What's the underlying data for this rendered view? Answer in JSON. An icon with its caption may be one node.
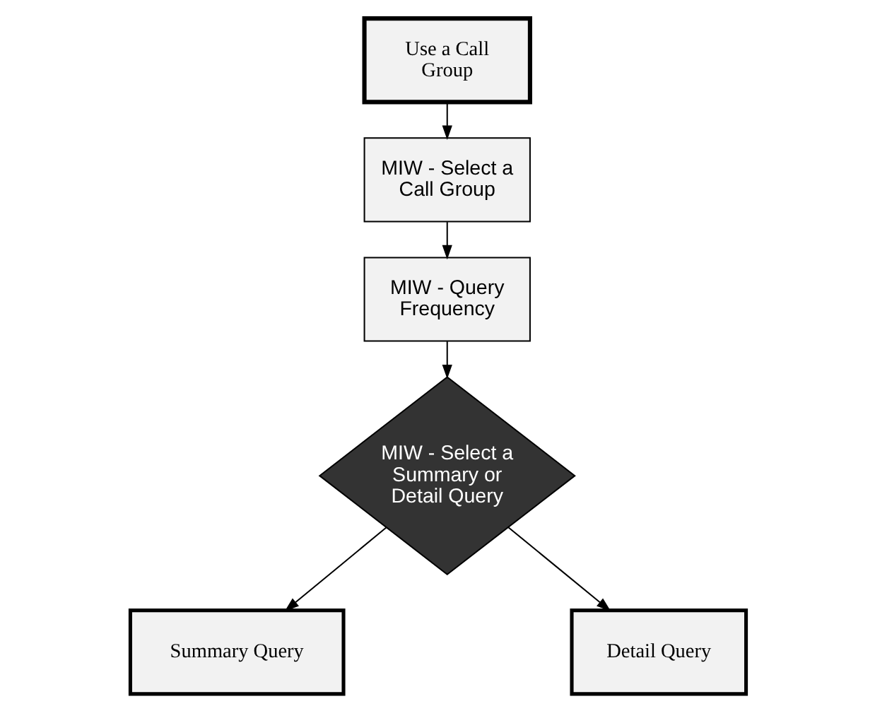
{
  "diagram": {
    "nodes": [
      {
        "text": [
          "Use a Call Group"
        ]
      },
      {
        "text": [
          "MIW - Select a Call Group"
        ]
      },
      {
        "text": [
          "MIW - Query Frequency"
        ]
      },
      {
        "text": [
          "MIW - Select a Summary or Detail Query"
        ]
      },
      {
        "text": [
          "Summary Query"
        ]
      },
      {
        "text": [
          "Detail Query"
        ]
      }
    ],
    "edges": [
      {
        "from": 0,
        "to": 1,
        "arrow": "to"
      },
      {
        "from": 1,
        "to": 2,
        "arrow": "to"
      },
      {
        "from": 2,
        "to": 3,
        "arrow": "to"
      },
      {
        "from": 3,
        "to": 4,
        "arrow": "to"
      },
      {
        "from": 3,
        "to": 5,
        "arrow": "to"
      }
    ]
  }
}
